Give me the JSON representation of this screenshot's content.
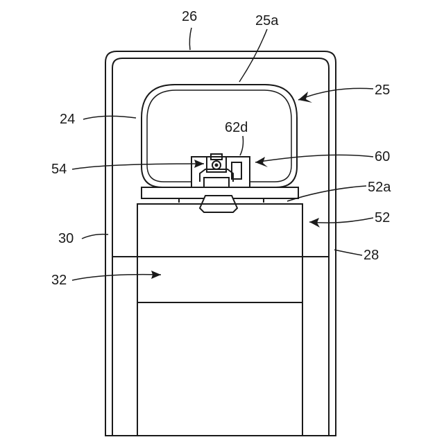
{
  "labels": {
    "l26": "26",
    "l25a": "25a",
    "l25": "25",
    "l24": "24",
    "l62d": "62d",
    "l60": "60",
    "l54": "54",
    "l52a": "52a",
    "l52": "52",
    "l30": "30",
    "l28": "28",
    "l32": "32"
  }
}
